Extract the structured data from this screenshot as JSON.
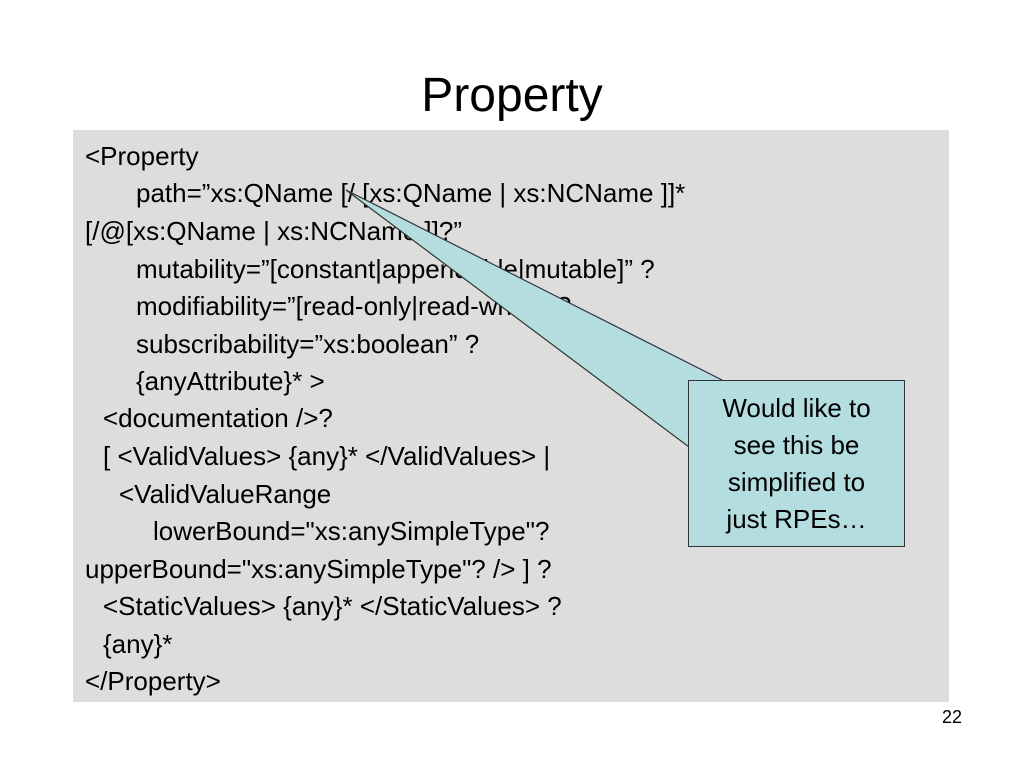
{
  "slide": {
    "title": "Property",
    "code_lines": [
      "<Property",
      "path=”xs:QName [/ [xs:QName | xs:NCName ]]*",
      "[/@[xs:QName | xs:NCName ]]?”",
      "mutability=”[constant|appendable|mutable]” ?",
      "modifiability=”[read-only|read-write]” ?",
      "subscribability=”xs:boolean” ?",
      "{anyAttribute}* >",
      "<documentation />?",
      "[ <ValidValues> {any}* </ValidValues> |",
      "<ValidValueRange",
      "lowerBound=\"xs:anySimpleType\"?",
      "upperBound=\"xs:anySimpleType\"? /> ] ?",
      "<StaticValues> {any}* </StaticValues> ?",
      "{any}*",
      "</Property>"
    ],
    "callout": {
      "lines": [
        "Would like to",
        "see this be",
        "simplified to",
        "just RPEs…"
      ]
    },
    "page_number": "22"
  },
  "colors": {
    "code_background": "#dddddd",
    "callout_fill": "#b4dde0",
    "callout_border": "#333333",
    "text": "#000000"
  }
}
